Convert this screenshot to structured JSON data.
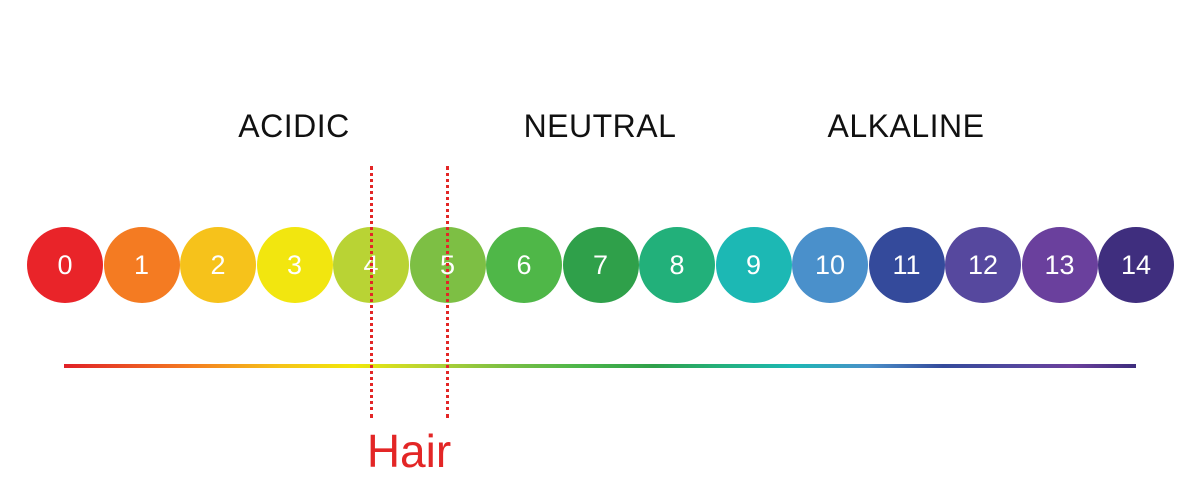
{
  "categories": {
    "acidic": "ACIDIC",
    "neutral": "NEUTRAL",
    "alkaline": "ALKALINE"
  },
  "ph_scale": [
    {
      "label": "0",
      "color": "#e92429"
    },
    {
      "label": "1",
      "color": "#f47b22"
    },
    {
      "label": "2",
      "color": "#f6c21b"
    },
    {
      "label": "3",
      "color": "#f2e60f"
    },
    {
      "label": "4",
      "color": "#b9d334"
    },
    {
      "label": "5",
      "color": "#7dbf44"
    },
    {
      "label": "6",
      "color": "#4fb748"
    },
    {
      "label": "7",
      "color": "#2fa04a"
    },
    {
      "label": "8",
      "color": "#22b07a"
    },
    {
      "label": "9",
      "color": "#1cb8b4"
    },
    {
      "label": "10",
      "color": "#4a90cb"
    },
    {
      "label": "11",
      "color": "#344a9b"
    },
    {
      "label": "12",
      "color": "#56489e"
    },
    {
      "label": "13",
      "color": "#6a409d"
    },
    {
      "label": "14",
      "color": "#3f2e7e"
    }
  ],
  "hair_range": {
    "label": "Hair",
    "from": 4,
    "to": 5,
    "color": "#e32626"
  }
}
